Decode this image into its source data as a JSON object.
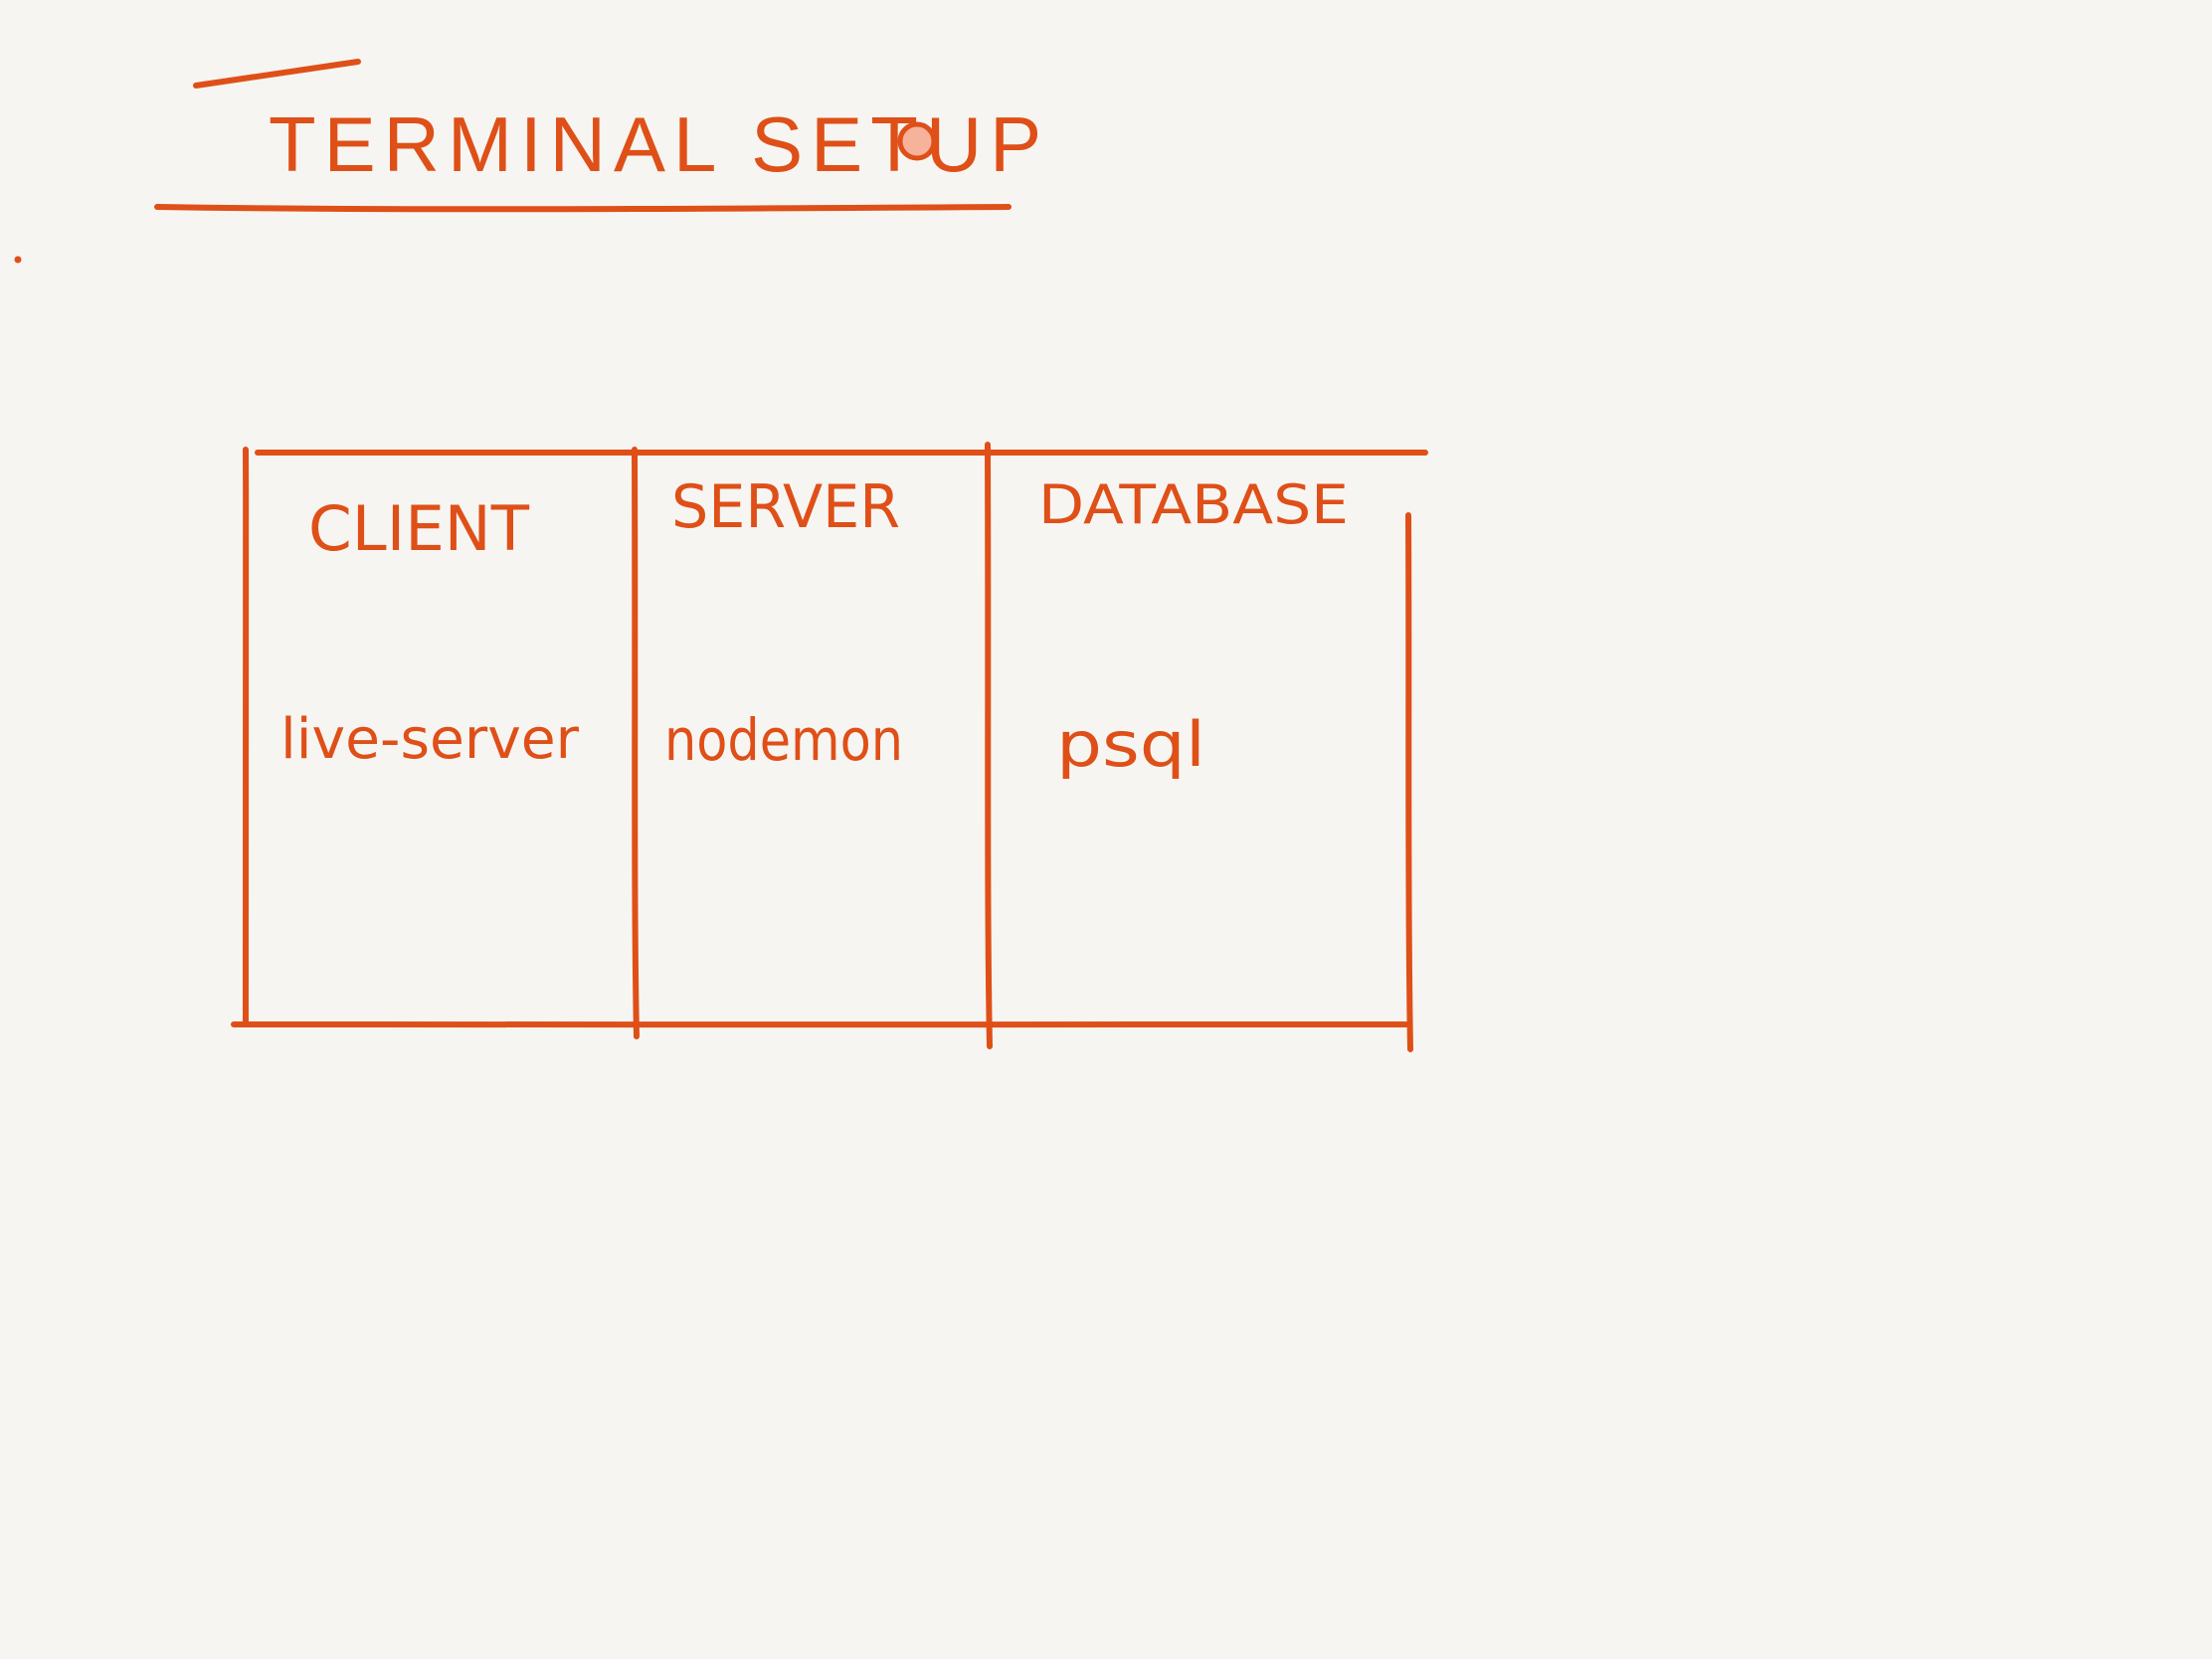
{
  "ink_color": "#df4f18",
  "background_color": "#f6f5f1",
  "title": "TERMINAL SETUP",
  "table": {
    "columns": [
      {
        "header": "CLIENT",
        "cell": "live-server"
      },
      {
        "header": "SERVER",
        "cell": "nodemon"
      },
      {
        "header": "DATABASE",
        "cell": "psql"
      }
    ]
  }
}
